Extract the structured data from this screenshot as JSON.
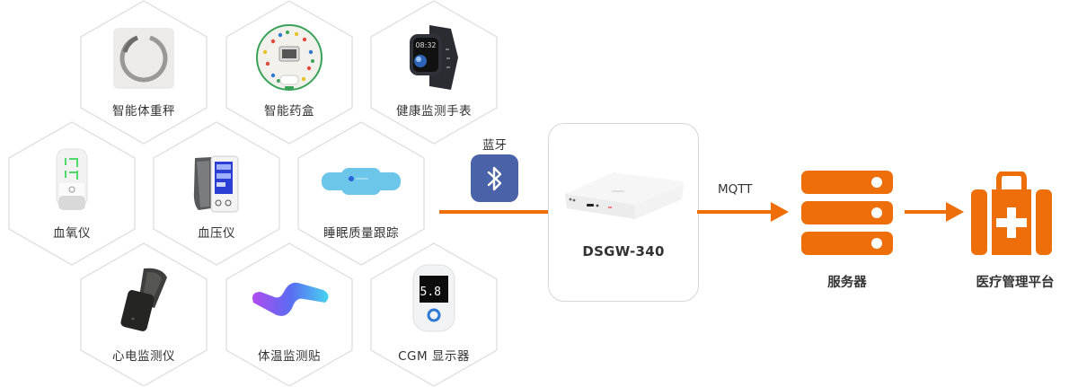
{
  "colors": {
    "accent": "#ee6f0a",
    "bluetooth": "#4a63a8",
    "hex_stroke": "#dcdcdc",
    "gateway_border": "#d6d6d6",
    "text": "#333333"
  },
  "devices": [
    {
      "label": "智能体重秤",
      "icon": "smart-scale"
    },
    {
      "label": "智能药盒",
      "icon": "pill-box"
    },
    {
      "label": "健康监测手表",
      "icon": "smartwatch"
    },
    {
      "label": "血氧仪",
      "icon": "pulse-oximeter"
    },
    {
      "label": "血压仪",
      "icon": "blood-pressure-monitor"
    },
    {
      "label": "睡眠质量跟踪",
      "icon": "sleep-tracker"
    },
    {
      "label": "心电监测仪",
      "icon": "ecg-monitor"
    },
    {
      "label": "体温监测贴",
      "icon": "temperature-patch"
    },
    {
      "label": "CGM 显示器",
      "icon": "cgm-display"
    }
  ],
  "watch_time": "08:32",
  "cgm_reading": "5.8",
  "connection": {
    "bluetooth_label": "蓝牙",
    "mqtt_label": "MQTT"
  },
  "gateway": {
    "model": "DSGW-340"
  },
  "server": {
    "label": "服务器"
  },
  "platform": {
    "label": "医疗管理平台"
  }
}
